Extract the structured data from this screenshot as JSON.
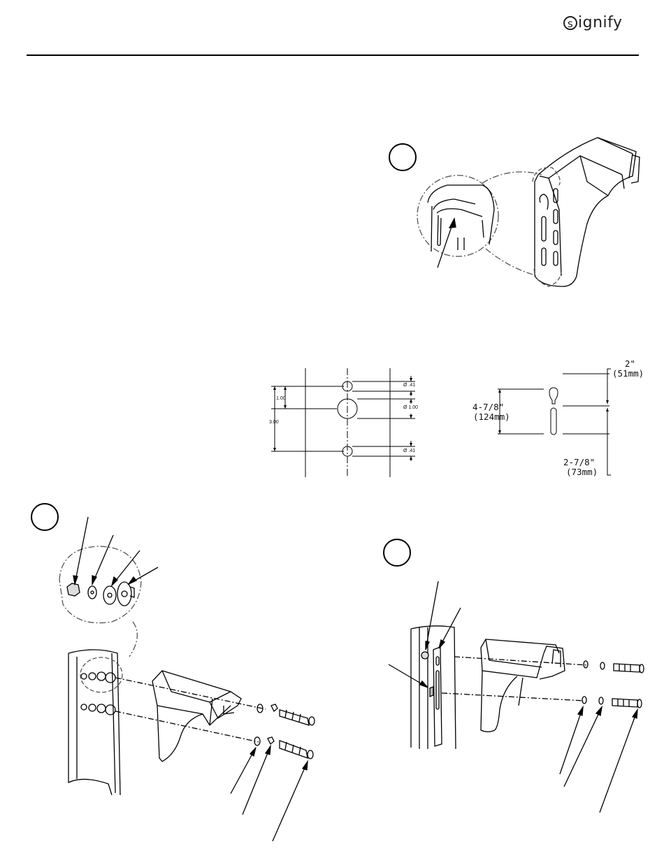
{
  "header": {
    "brand_icon_letter": "s",
    "brand_rest": "ignify"
  },
  "drilling_template": {
    "dim_left_short": "1.00",
    "dim_left_long": "3.00",
    "dia_top": "Ø .41",
    "dia_center": "Ø 1.00",
    "dia_bottom": "Ø .41"
  },
  "slot_template": {
    "top_offset_in": "2\"",
    "top_offset_mm": "(51mm)",
    "slot_length_in": "4-7/8\"",
    "slot_length_mm": "(124mm)",
    "bottom_offset_in": "2-7/8\"",
    "bottom_offset_mm": "(73mm)"
  },
  "steps": [
    {
      "id": "step-a",
      "label": ""
    },
    {
      "id": "step-b",
      "label": ""
    },
    {
      "id": "step-c",
      "label": ""
    }
  ]
}
